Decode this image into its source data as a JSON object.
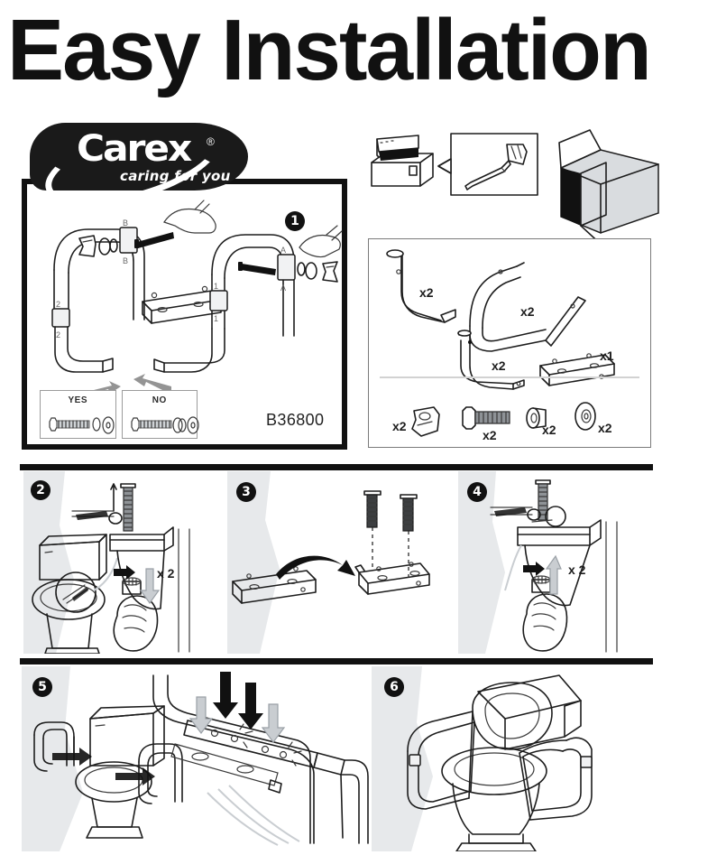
{
  "title": "Easy Installation",
  "brand": {
    "name": "Carex",
    "registered": "®",
    "tagline": "caring for you"
  },
  "model_number": "B36800",
  "assembly_panel": {
    "step_badge": "1",
    "joint_labels": [
      "B",
      "B",
      "A",
      "A",
      "1",
      "1",
      "2",
      "2"
    ],
    "orientation_boxes": [
      {
        "label": "YES",
        "meaning": "bolt-head-orientation-correct"
      },
      {
        "label": "NO",
        "meaning": "bolt-head-orientation-incorrect"
      }
    ]
  },
  "tools_panel": {
    "toolbox_icon": "toolbox-icon",
    "callout_tool": "screwdriver-icon",
    "carton_icon": "open-box-icon"
  },
  "parts_panel": {
    "parts": [
      {
        "name": "upper-support-tube",
        "qty": "x2"
      },
      {
        "name": "handle-loop-rail",
        "qty": "x2"
      },
      {
        "name": "lower-leg-tube",
        "qty": "x2"
      },
      {
        "name": "mounting-bracket-plate",
        "qty": "x1"
      }
    ],
    "hardware": [
      {
        "name": "clamp-bracket",
        "qty": "x2"
      },
      {
        "name": "hex-bolt",
        "qty": "x2"
      },
      {
        "name": "spacer-nut",
        "qty": "x2"
      },
      {
        "name": "flat-washer",
        "qty": "x2"
      }
    ]
  },
  "steps": [
    {
      "number": "2",
      "name": "remove-seat-bolt-nuts",
      "multiplier": "x 2",
      "icons": [
        "toilet-icon",
        "magnifier-detail-circle",
        "hand-icon",
        "bolt-icon",
        "nut-icon",
        "up-arrow-icon",
        "down-arrow-icon"
      ]
    },
    {
      "number": "3",
      "name": "position-mounting-bracket",
      "multiplier": "",
      "icons": [
        "bracket-plate-icon",
        "curved-arrow-icon",
        "bolt-icon",
        "alignment-dashed-line"
      ]
    },
    {
      "number": "4",
      "name": "refasten-nuts",
      "multiplier": "x 2",
      "icons": [
        "hand-icon",
        "nut-icon",
        "bolt-icon",
        "up-arrow-icon"
      ]
    },
    {
      "number": "5",
      "name": "slide-rails-onto-bracket",
      "multiplier": "",
      "icons": [
        "toilet-icon",
        "rail-icon",
        "left-arrow-icon",
        "down-arrow-icon",
        "tighten-spark-icon"
      ]
    },
    {
      "number": "6",
      "name": "finished-assembly",
      "multiplier": "",
      "icons": [
        "toilet-with-rails-icon"
      ]
    }
  ],
  "colors": {
    "ink": "#1d1d1d",
    "black": "#111111",
    "wedge_gray": "#e7e9eb",
    "part_gray": "#d9dcdf",
    "panel_border_gray": "#7b7b7b"
  }
}
